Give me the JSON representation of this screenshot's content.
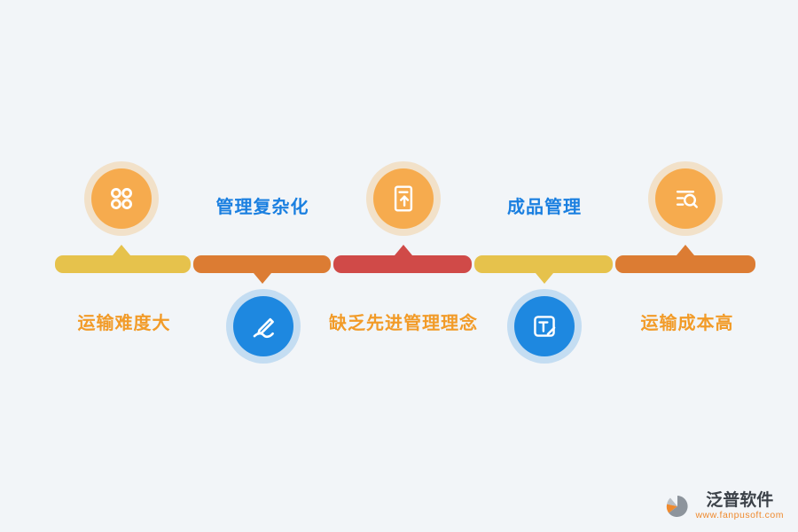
{
  "palette": {
    "background": "#f2f5f8",
    "segment_yellow": "#e6c24c",
    "segment_orange": "#dc7c33",
    "segment_red": "#d04a48",
    "node_orange": "#f6ab4e",
    "node_blue": "#1e88e0",
    "label_blue": "#1a7fe0",
    "label_orange": "#f29b28"
  },
  "timeline": {
    "segments": [
      {
        "color": "yellow",
        "pointer": "up"
      },
      {
        "color": "orange",
        "pointer": "down"
      },
      {
        "color": "red",
        "pointer": "up"
      },
      {
        "color": "yellow",
        "pointer": "down"
      },
      {
        "color": "orange",
        "pointer": "up"
      }
    ]
  },
  "items": [
    {
      "label": "运输难度大",
      "label_side": "bottom",
      "icon": "dots-grid-icon",
      "icon_side": "top"
    },
    {
      "label": "管理复杂化",
      "label_side": "top",
      "icon": "signature-pen-icon",
      "icon_side": "bottom"
    },
    {
      "label": "缺乏先进管理理念",
      "label_side": "bottom",
      "icon": "file-upload-icon",
      "icon_side": "top"
    },
    {
      "label": "成品管理",
      "label_side": "top",
      "icon": "text-edit-icon",
      "icon_side": "bottom"
    },
    {
      "label": "运输成本高",
      "label_side": "bottom",
      "icon": "search-list-icon",
      "icon_side": "top"
    }
  ],
  "footer": {
    "brand": "泛普软件",
    "website": "www.fanpusoft.com"
  }
}
